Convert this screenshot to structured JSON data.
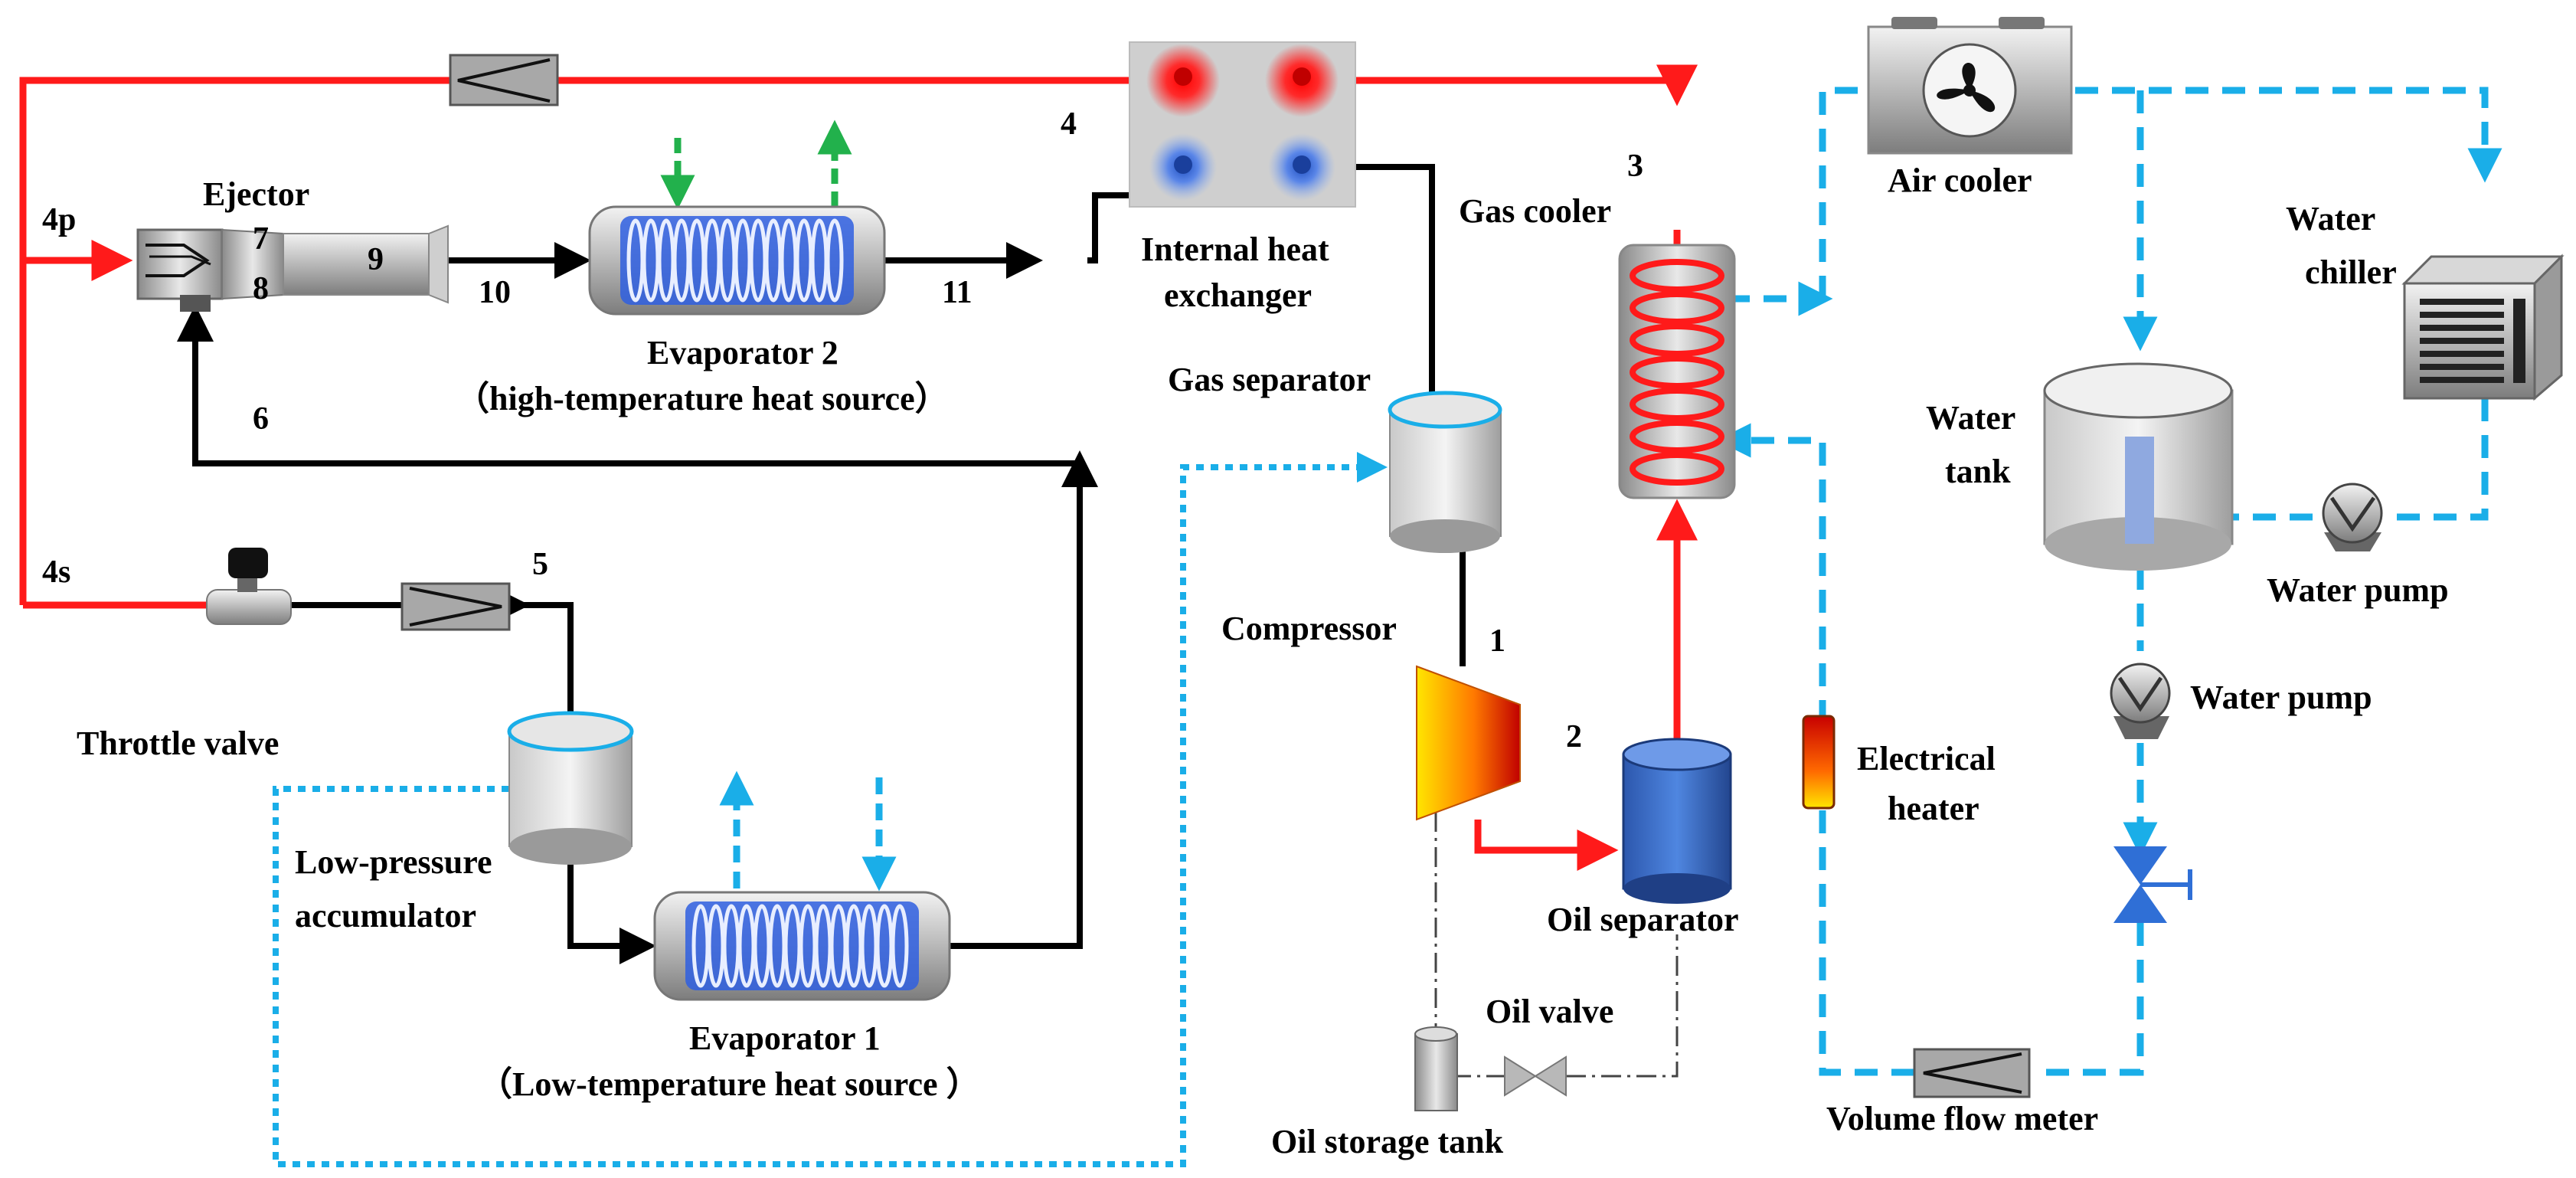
{
  "labels": {
    "ejector": "Ejector",
    "evaporator2": "Evaporator 2",
    "evaporator2_sub": "（high-temperature heat source）",
    "ihx_line1": "Internal heat",
    "ihx_line2": "exchanger",
    "gas_cooler": "Gas cooler",
    "air_cooler": "Air cooler",
    "water_chiller_line1": "Water",
    "water_chiller_line2": "chiller",
    "gas_separator": "Gas separator",
    "water_tank_line1": "Water",
    "water_tank_line2": "tank",
    "water_pump_1": "Water pump",
    "water_pump_2": "Water pump",
    "compressor": "Compressor",
    "throttle_valve": "Throttle valve",
    "lp_acc_line1": "Low-pressure",
    "lp_acc_line2": "accumulator",
    "electrical_heater_line1": "Electrical",
    "electrical_heater_line2": "heater",
    "oil_separator": "Oil separator",
    "evaporator1": "Evaporator 1",
    "evaporator1_sub": "（Low-temperature heat source ）",
    "oil_valve": "Oil valve",
    "oil_storage_tank": "Oil storage tank",
    "volume_flow_meter": "Volume flow meter"
  },
  "state_points": {
    "p1": "1",
    "p2": "2",
    "p3": "3",
    "p4": "4",
    "p4p": "4p",
    "p4s": "4s",
    "p5": "5",
    "p6": "6",
    "p7": "7",
    "p8": "8",
    "p9": "9",
    "p10": "10",
    "p11": "11"
  },
  "colors": {
    "high_pressure_line": "#ff1a1a",
    "low_pressure_line": "#000000",
    "water_line": "#1aaee8",
    "coolant_arrows": "#22b14c",
    "valve_blue": "#2f6fd6",
    "oil_separator_blue": "#3a6bc8"
  }
}
